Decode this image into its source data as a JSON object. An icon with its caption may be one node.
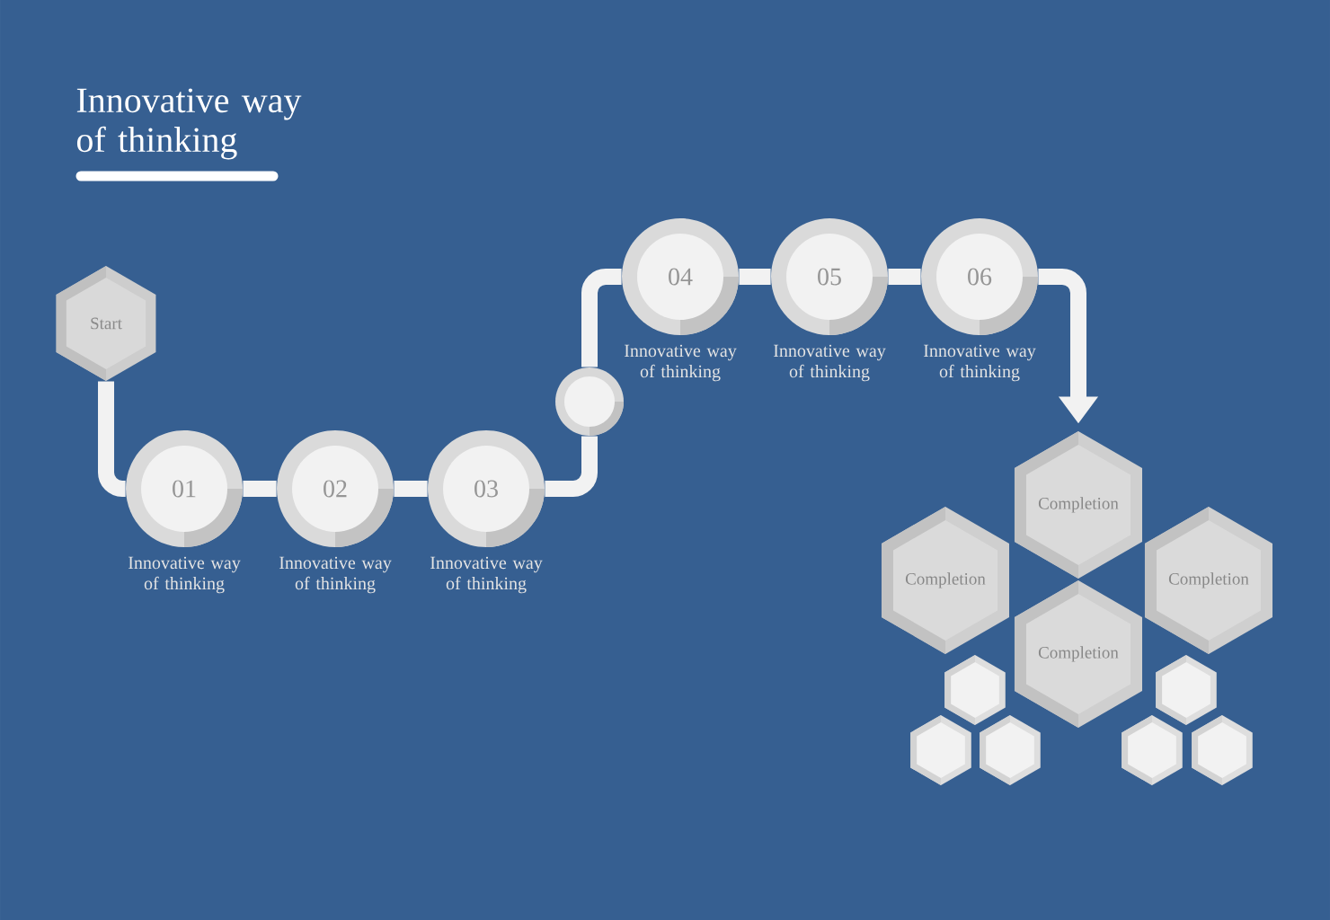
{
  "diagram": {
    "title": "Innovative way of thinking",
    "nodes": [
      {
        "text": [
          "Start"
        ]
      },
      {
        "text": [
          "01"
        ],
        "beside": [
          "Innovative way of thinking"
        ]
      },
      {
        "text": [
          "02"
        ],
        "beside": [
          "Innovative way of thinking"
        ]
      },
      {
        "text": [
          "03"
        ],
        "beside": [
          "Innovative way of thinking"
        ]
      },
      {
        "text": [],
        "shape": "circle"
      },
      {
        "text": [
          "04"
        ],
        "beside": [
          "Innovative way of thinking"
        ]
      },
      {
        "text": [
          "05"
        ],
        "beside": [
          "Innovative way of thinking"
        ]
      },
      {
        "text": [
          "06"
        ],
        "beside": [
          "Innovative way of thinking"
        ]
      },
      {
        "text": [
          "Completion"
        ]
      },
      {
        "text": [
          "Completion"
        ]
      },
      {
        "text": [
          "Completion"
        ]
      },
      {
        "text": [
          "Completion"
        ]
      },
      {
        "text": [],
        "shape": "hexagon"
      },
      {
        "text": [],
        "shape": "hexagon"
      },
      {
        "text": [],
        "shape": "hexagon"
      },
      {
        "text": [],
        "shape": "hexagon"
      },
      {
        "text": [],
        "shape": "hexagon"
      },
      {
        "text": [],
        "shape": "hexagon"
      }
    ],
    "edges": [
      {
        "from": 0,
        "to": 1,
        "arrow": "none"
      },
      {
        "from": 1,
        "to": 2,
        "arrow": "none"
      },
      {
        "from": 2,
        "to": 3,
        "arrow": "none"
      },
      {
        "from": 3,
        "to": 4,
        "arrow": "none"
      },
      {
        "from": 4,
        "to": 5,
        "arrow": "none"
      },
      {
        "from": 5,
        "to": 6,
        "arrow": "none"
      },
      {
        "from": 6,
        "to": 7,
        "arrow": "none"
      },
      {
        "from": 7,
        "to": 8,
        "arrow": "to"
      }
    ]
  }
}
